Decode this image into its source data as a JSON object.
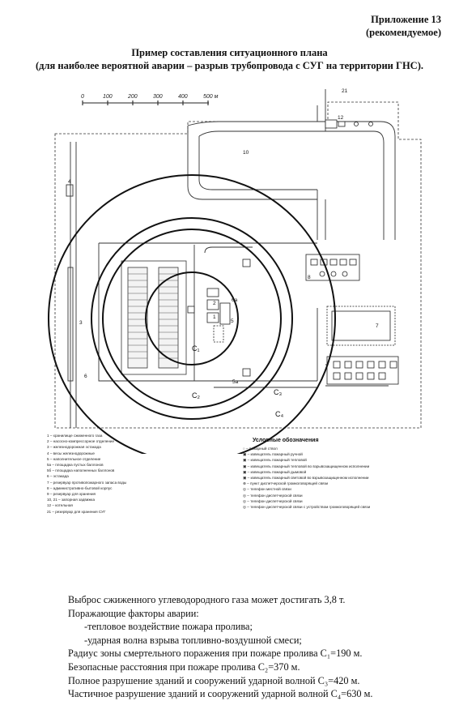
{
  "header": {
    "appendix_line1": "Приложение 13",
    "appendix_line2": "(рекомендуемое)",
    "title_line1": "Пример составления ситуационного плана",
    "title_line2": "(для наиболее вероятной аварии – разрыв трубопровода с СУГ на территории ГНС)."
  },
  "scale": {
    "ticks": [
      "0",
      "100",
      "200",
      "300",
      "400",
      "500 м"
    ]
  },
  "map_labels": {
    "c1": "C₁",
    "c2": "C₂",
    "c3": "C₃",
    "c4": "C₄",
    "n1": "1",
    "n2": "2",
    "n3": "3",
    "n4": "4",
    "n5": "5",
    "n5a": "5а",
    "n6": "6",
    "n6a": "6а",
    "n7": "7",
    "n8": "8",
    "n10": "10",
    "n12": "12",
    "n21": "21"
  },
  "legend": {
    "title": "Условные обозначения",
    "left": [
      {
        "num": "1",
        "text": "хранилище сжиженного газа"
      },
      {
        "num": "2",
        "text": "насосно-компрессорное отделение"
      },
      {
        "num": "3",
        "text": "железнодорожная эстакада"
      },
      {
        "num": "4",
        "text": "весы железнодорожные"
      },
      {
        "num": "5",
        "text": "наполнительное отделение"
      },
      {
        "num": "5а",
        "text": "площадка пустых баллонов"
      },
      {
        "num": "5б",
        "text": "площадка наполненных баллонов"
      },
      {
        "num": "6",
        "text": "эстакада"
      },
      {
        "num": "7",
        "text": "резервуар противопожарного запаса воды"
      },
      {
        "num": "8",
        "text": "административно-бытовой корпус"
      },
      {
        "num": "9",
        "text": "резервуар для хранения"
      },
      {
        "num": "10, 21",
        "text": "запорная задвижка"
      },
      {
        "num": "12",
        "text": "котельная"
      },
      {
        "num": "21",
        "text": "резервуар для хранения СУГ"
      }
    ],
    "right": [
      {
        "sym": "○",
        "text": "пожарный ствол"
      },
      {
        "sym": "▣",
        "text": "извещатель пожарный ручной"
      },
      {
        "sym": "▣",
        "text": "извещатель пожарный тепловой"
      },
      {
        "sym": "▣",
        "text": "извещатель пожарный тепловой во взрывозащищенном исполнении"
      },
      {
        "sym": "▣",
        "text": "извещатель пожарный дымовой"
      },
      {
        "sym": "▣",
        "text": "извещатель пожарный световой во взрывозащищенном исполнении"
      },
      {
        "sym": "⊗",
        "text": "пункт диспетчерской громкоговорящей связи"
      },
      {
        "sym": "◎",
        "text": "телефон местной связи"
      },
      {
        "sym": "◎",
        "text": "телефон диспетчерской связи"
      },
      {
        "sym": "◎",
        "text": "телефон диспетчерской связи"
      },
      {
        "sym": "◎",
        "text": "телефон диспетчерской связи с устройством громкоговорящей связи"
      }
    ]
  },
  "summary": {
    "line1": "Выброс сжиженного углеводородного газа может достигать 3,8 т.",
    "line2": "Поражающие факторы аварии:",
    "line3": "-тепловое воздействие пожара пролива;",
    "line4": "-ударная волна взрыва топливно-воздушной смеси;",
    "line5": "Радиус зоны смертельного поражения при пожаре пролива C₁=190 м.",
    "line6": "Безопасные расстояния при пожаре пролива C₂=370 м.",
    "line7": "Полное разрушение зданий и сооружений ударной волной C₃=420 м.",
    "line8": "Частичное разрушение зданий и сооружений ударной волной C₄=630 м."
  }
}
